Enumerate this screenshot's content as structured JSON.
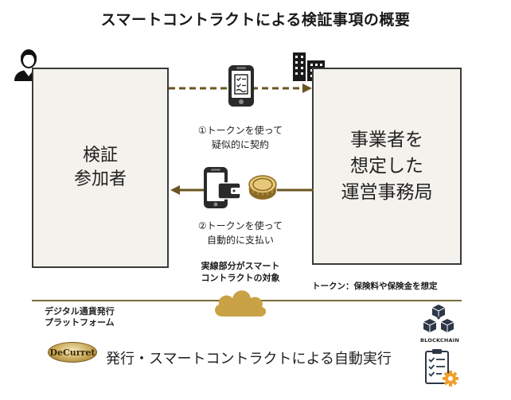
{
  "title": "スマートコントラクトによる検証事項の概要",
  "left_box": {
    "lines": [
      "検証",
      "参加者"
    ]
  },
  "right_box": {
    "lines": [
      "事業者を",
      "想定した",
      "運営事務局"
    ]
  },
  "arrow1_label": {
    "lines": [
      "①トークンを使って",
      "疑似的に契約"
    ]
  },
  "arrow2_label": {
    "lines": [
      "②トークンを使って",
      "自動的に支払い"
    ]
  },
  "note_solid": {
    "lines": [
      "実線部分がスマート",
      "コントラクトの対象"
    ]
  },
  "token_note": "トークン：保険料や保険金を想定",
  "platform_label": {
    "lines": [
      "デジタル通貨発行",
      "プラットフォーム"
    ]
  },
  "logo_text": "DeCurret",
  "bottom_main": "発行・スマートコントラクトによる自動実行",
  "blockchain_label": "BLOCKCHAIN",
  "colors": {
    "box_fill": "#f4f2ec",
    "box_border": "#3a3a3a",
    "arrow": "#6b5420",
    "gold": "#c9a85a",
    "cloud": "#c9a245",
    "gear": "#f0a030"
  },
  "icons": {
    "person": "person-icon",
    "building": "building-icon",
    "contract_phone": "contract-phone-icon",
    "wallet_phone": "wallet-phone-icon",
    "coin": "coin-icon",
    "cloud": "cloud-icon",
    "blockchain": "blockchain-cubes-icon",
    "checklist": "checklist-gear-icon"
  }
}
